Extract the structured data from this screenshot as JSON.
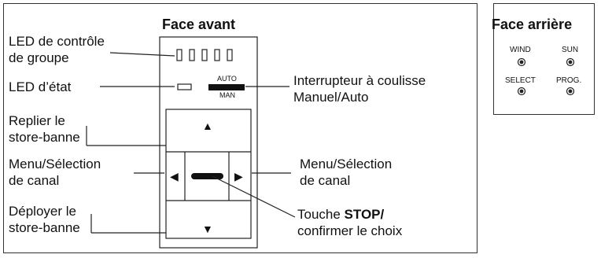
{
  "front": {
    "title": "Face avant",
    "labels": {
      "led_group_1": "LED de contrôle",
      "led_group_2": "de groupe",
      "led_state": "LED d’état",
      "retract_1": "Replier le",
      "retract_2": "store-banne",
      "menu_left_1": "Menu/Sélection",
      "menu_left_2": "de canal",
      "deploy_1": "Déployer le",
      "deploy_2": "store-banne",
      "switch_1": "Interrupteur à coulisse",
      "switch_2": "Manuel/Auto",
      "menu_right_1": "Menu/Sélection",
      "menu_right_2": "de canal",
      "stop_1_pre": "Touche ",
      "stop_1_bold": "STOP/",
      "stop_2": "confirmer le choix"
    },
    "switch": {
      "auto": "AUTO",
      "man": "MAN"
    },
    "buttons": {
      "up": "▲",
      "down": "▼",
      "left": "◀",
      "right": "▶"
    }
  },
  "back": {
    "title": "Face arrière",
    "ports": {
      "wind": "WIND",
      "sun": "SUN",
      "select": "SELECT",
      "prog": "PROG."
    }
  }
}
